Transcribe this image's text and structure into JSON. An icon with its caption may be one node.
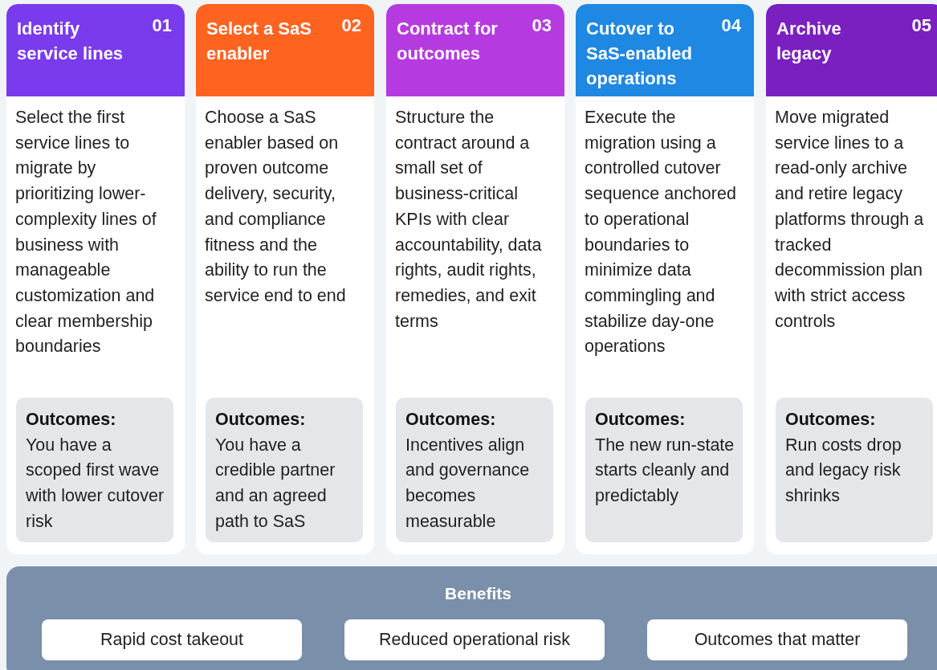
{
  "diagram": {
    "nodes": [
      {
        "text": [
          "Identify service lines",
          "01",
          "Select the first service lines to migrate by prioritizing lower-complexity lines of business with manageable customization and clear membership boundaries"
        ]
      },
      {
        "text": [
          "Outcomes:",
          "You have a scoped first wave with lower cutover risk"
        ],
        "in": 0
      },
      {
        "text": [
          "Select a SaS enabler",
          "02",
          "Choose a SaS enabler based on proven outcome delivery, security, and compliance fitness and the ability to run the service end to end"
        ]
      },
      {
        "text": [
          "Outcomes:",
          "You have a credible partner and an agreed path to SaS"
        ],
        "in": 2
      },
      {
        "text": [
          "Contract for outcomes",
          "03",
          "Structure the contract around a small set of business-critical KPIs with clear accountability, data rights, audit rights, remedies, and exit terms"
        ]
      },
      {
        "text": [
          "Outcomes:",
          "Incentives align and governance becomes measurable"
        ],
        "in": 4
      },
      {
        "text": [
          "Cutover to SaS-enabled operations",
          "04",
          "Execute the migration using a controlled cutover sequence anchored to operational boundaries to minimize data commingling and stabilize day-one operations"
        ]
      },
      {
        "text": [
          "Outcomes:",
          "The new run-state starts cleanly and predictably"
        ],
        "in": 6
      },
      {
        "text": [
          "Archive legacy",
          "05",
          "Move migrated service lines to a read-only archive and retire legacy platforms through a tracked decommission plan with strict access controls"
        ]
      },
      {
        "text": [
          "Outcomes:",
          "Run costs drop and legacy risk shrinks"
        ],
        "in": 8
      },
      {
        "text": [
          "Benefits"
        ]
      },
      {
        "text": [
          "Rapid cost takeout"
        ],
        "in": 10
      },
      {
        "text": [
          "Reduced operational risk"
        ],
        "in": 10
      },
      {
        "text": [
          "Outcomes that matter"
        ],
        "in": 10
      }
    ]
  }
}
